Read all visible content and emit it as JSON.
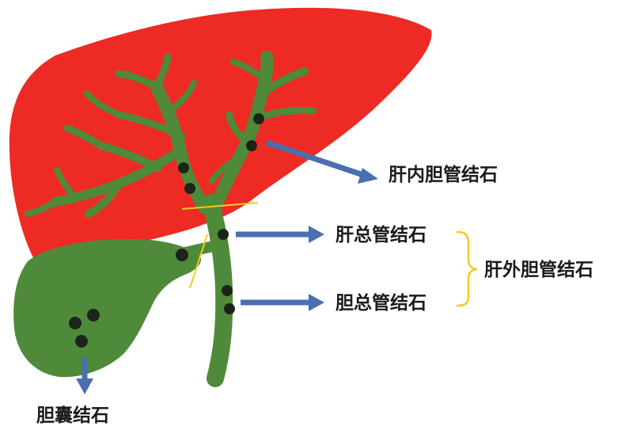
{
  "labels": {
    "intrahepatic": "肝内胆管结石",
    "common_hepatic": "肝总管结石",
    "common_bile": "胆总管结石",
    "extrahepatic": "肝外胆管结石",
    "gallbladder": "胆囊结石"
  },
  "colors": {
    "liver": "#ee2a24",
    "biliary": "#4f8a3a",
    "stone": "#1c2419",
    "arrow": "#4a6fb0",
    "divider": "#f2cc1d",
    "bracket": "#f2cc1d",
    "text": "#1a1a1a"
  }
}
